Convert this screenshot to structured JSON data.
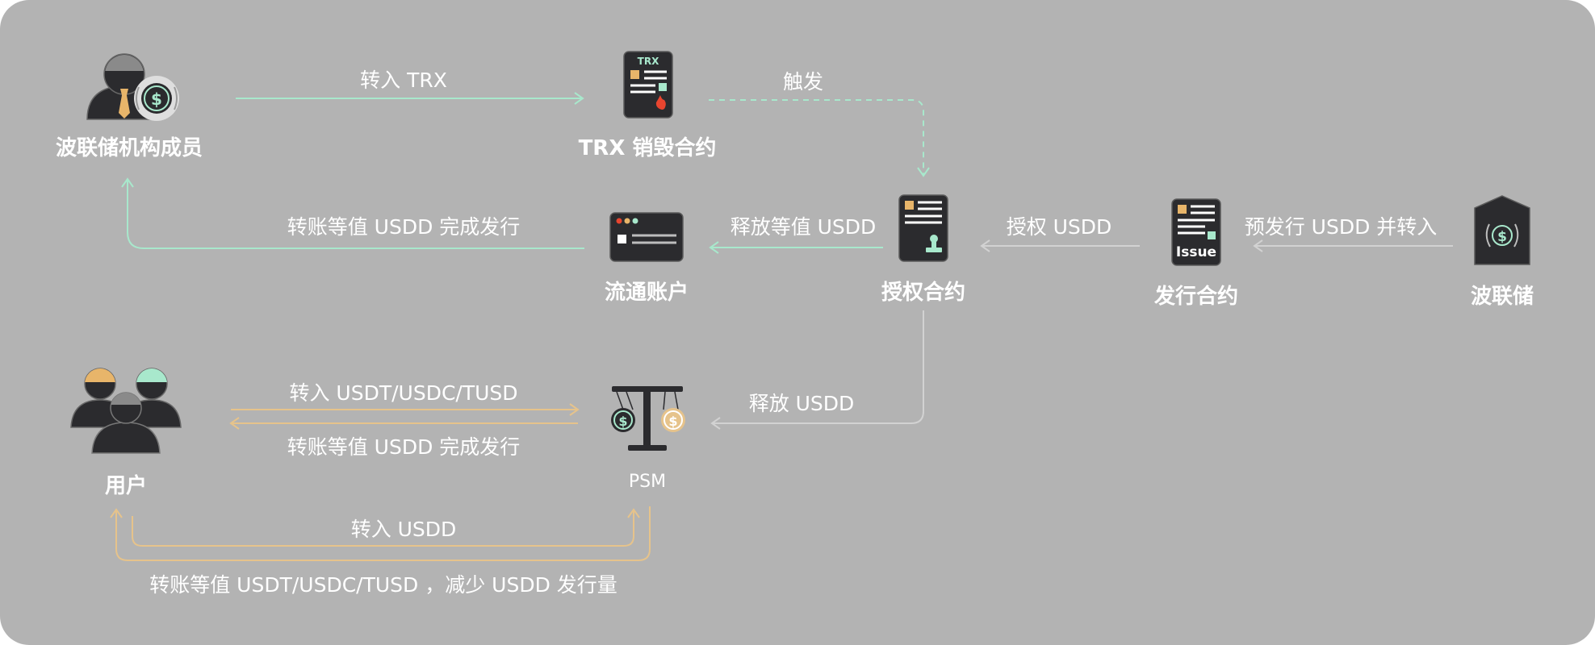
{
  "colors": {
    "background": "#b3b3b3",
    "icon_dark": "#2b2b2e",
    "mint": "#a8e8cc",
    "tan": "#e6c38b",
    "light_gray": "#d2d2d2",
    "label": "#ffffff"
  },
  "nodes": {
    "member": {
      "label": "波联储机构成员",
      "icon": "member-with-coin-icon"
    },
    "trx_burn": {
      "label": "TRX 销毁合约",
      "icon": "burn-document-icon",
      "badge": "TRX"
    },
    "circulation": {
      "label": "流通账户",
      "icon": "account-window-icon"
    },
    "authorization": {
      "label": "授权合约",
      "icon": "stamp-document-icon"
    },
    "issuance": {
      "label": "发行合约",
      "icon": "issue-document-icon",
      "badge": "Issue"
    },
    "reserve": {
      "label": "波联储",
      "icon": "reserve-shield-icon"
    },
    "users": {
      "label": "用户",
      "icon": "users-group-icon"
    },
    "psm": {
      "label": "PSM",
      "icon": "balance-scale-icon"
    }
  },
  "edges": {
    "transfer_trx": "转入 TRX",
    "trigger": "触发",
    "transfer_equal_complete_top": "转账等值 USDD 完成发行",
    "release_equal": "释放等值 USDD",
    "authorize": "授权 USDD",
    "preissue": "预发行 USDD 并转入",
    "release": "释放 USDD",
    "transfer_stables": "转入 USDT/USDC/TUSD",
    "transfer_equal_complete_bottom": "转账等值 USDD 完成发行",
    "transfer_usdd": "转入 USDD",
    "transfer_back_reduce": "转账等值 USDT/USDC/TUSD ，减少 USDD 发行量"
  }
}
